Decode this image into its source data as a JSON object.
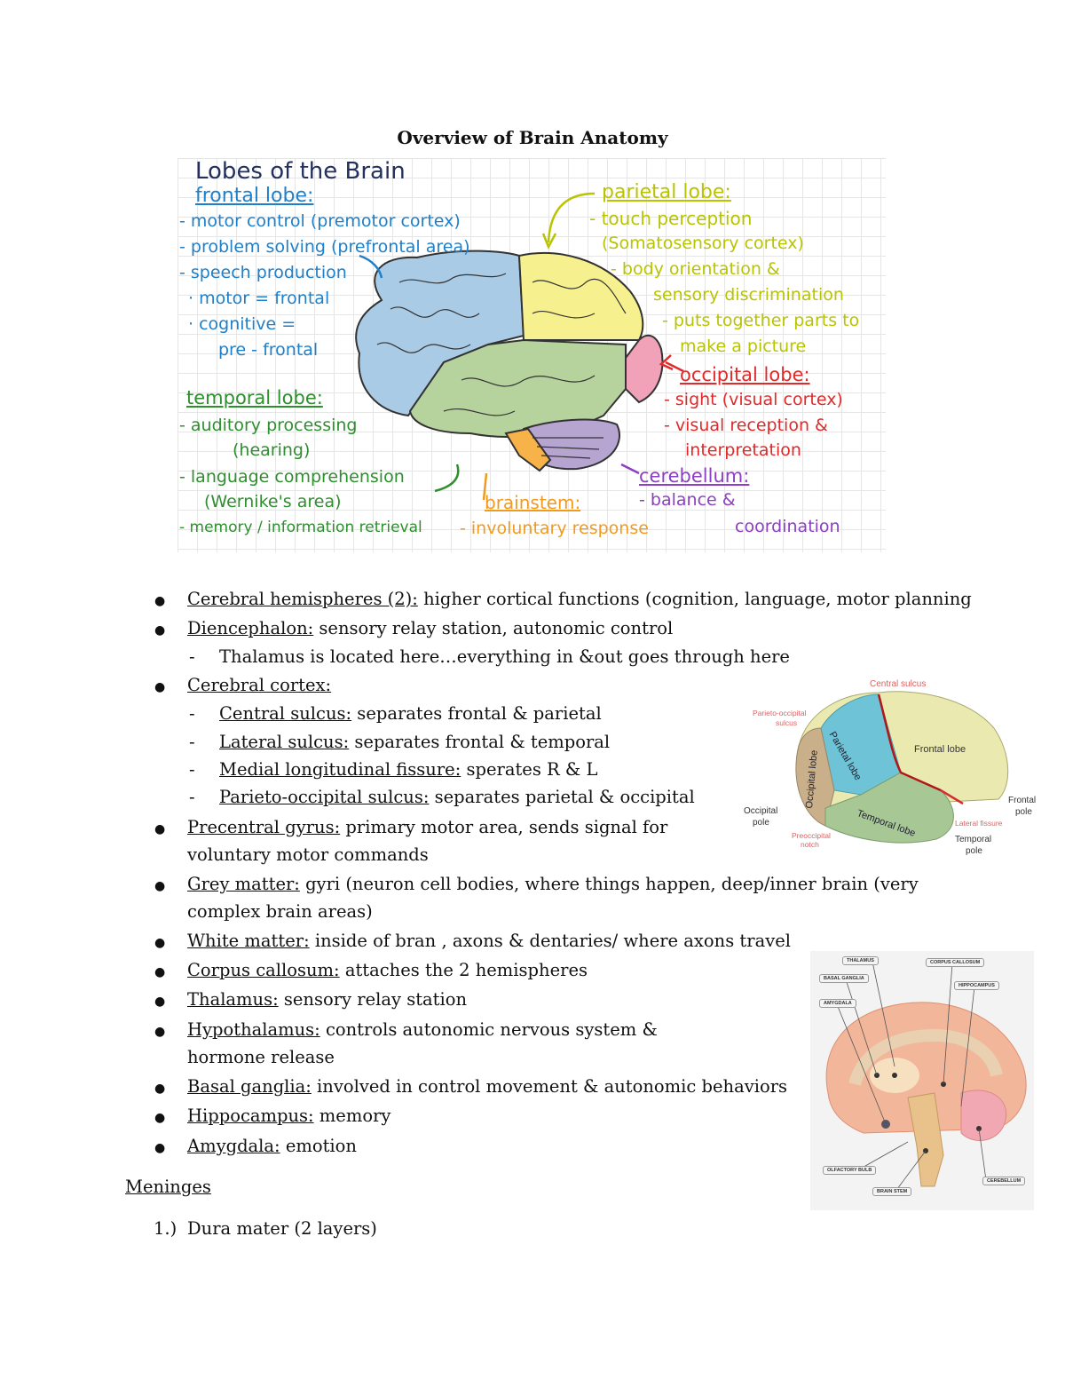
{
  "title": "Overview of Brain Anatomy",
  "lobes_figure": {
    "heading": "Lobes of the Brain",
    "frontal": {
      "title": "frontal lobe:",
      "lines": [
        "- motor control (premotor cortex)",
        "- problem solving (prefrontal area)",
        "- speech production",
        "· motor = frontal",
        "· cognitive =",
        "pre - frontal"
      ]
    },
    "temporal": {
      "title": "temporal lobe:",
      "lines": [
        "- auditory processing",
        "(hearing)",
        "- language comprehension",
        "(Wernike's area)",
        "- memory / information retrieval"
      ]
    },
    "parietal": {
      "title": "parietal lobe:",
      "lines": [
        "- touch perception",
        "(Somatosensory cortex)",
        "- body orientation &",
        "sensory discrimination",
        "- puts together parts to",
        "make a picture"
      ]
    },
    "occipital": {
      "title": "occipital lobe:",
      "lines": [
        "- sight (visual cortex)",
        "- visual reception &",
        "interpretation"
      ]
    },
    "cerebellum": {
      "title": "cerebellum:",
      "lines": [
        "- balance &",
        "coordination"
      ]
    },
    "brainstem": {
      "title": "brainstem:",
      "lines": [
        "- involuntary response"
      ]
    }
  },
  "bullets": [
    {
      "term": "Cerebral hemispheres (2):",
      "text": " higher cortical functions (cognition, language, motor planning"
    },
    {
      "term": "Diencephalon:",
      "text": " sensory relay station, autonomic control"
    },
    {
      "sub": "Thalamus is located here…everything in &out goes through here"
    },
    {
      "term": "Cerebral cortex:",
      "text": ""
    },
    {
      "sub_term": "Central sulcus:",
      "text": " separates frontal & parietal"
    },
    {
      "sub_term": "Lateral sulcus:",
      "text": " separates frontal & temporal"
    },
    {
      "sub_term": "Medial longitudinal fissure:",
      "text": " sperates R & L"
    },
    {
      "sub_term": "Parieto-occipital sulcus:",
      "text": " separates parietal & occipital"
    },
    {
      "term": "Precentral gyrus:",
      "text": " primary motor area, sends signal for",
      "cont": "voluntary motor commands"
    },
    {
      "term": "Grey matter:",
      "text": " gyri (neuron cell bodies, where things happen, deep/inner brain (very",
      "cont": "complex brain areas)"
    },
    {
      "term": "White matter:",
      "text": " inside of bran , axons & dentaries/ where axons travel"
    },
    {
      "term": "Corpus callosum:",
      "text": " attaches the 2 hemispheres"
    },
    {
      "term": "Thalamus:",
      "text": " sensory relay station"
    },
    {
      "term": "Hypothalamus:",
      "text": " controls autonomic nervous system &",
      "cont": "hormone release"
    },
    {
      "term": "Basal ganglia:",
      "text": " involved in control movement & autonomic behaviors"
    },
    {
      "term": "Hippocampus:",
      "text": " memory"
    },
    {
      "term": "Amygdala:",
      "text": " emotion"
    }
  ],
  "meninges": {
    "heading": "Meninges",
    "items": [
      {
        "num": "1.)",
        "text": "Dura mater (2 layers)"
      }
    ]
  },
  "lateral_figure": {
    "labels": {
      "central_sulcus": "Central sulcus",
      "parieto_occipital": "Parieto-occipital",
      "parieto_occipital2": "sulcus",
      "parietal_lobe": "Parietal lobe",
      "frontal_lobe": "Frontal lobe",
      "occipital_lobe": "Occipital lobe",
      "temporal_lobe": "Temporal lobe",
      "occipital_pole": "Occipital",
      "occipital_pole2": "pole",
      "frontal_pole": "Frontal",
      "frontal_pole2": "pole",
      "lateral_fissure": "Lateral fissure",
      "temporal_pole": "Temporal",
      "temporal_pole2": "pole",
      "preoccipital": "Preoccipital",
      "preoccipital2": "notch"
    }
  },
  "sagittal_figure": {
    "tags": {
      "thalamus": "THALAMUS",
      "basal": "BASAL GANGLIA",
      "amygdala": "AMYGDALA",
      "corpus": "CORPUS CALLOSUM",
      "hippocampus": "HIPPOCAMPUS",
      "olfactory": "OLFACTORY BULB",
      "brainstem": "BRAIN STEM",
      "cerebellum": "CEREBELLUM"
    }
  }
}
